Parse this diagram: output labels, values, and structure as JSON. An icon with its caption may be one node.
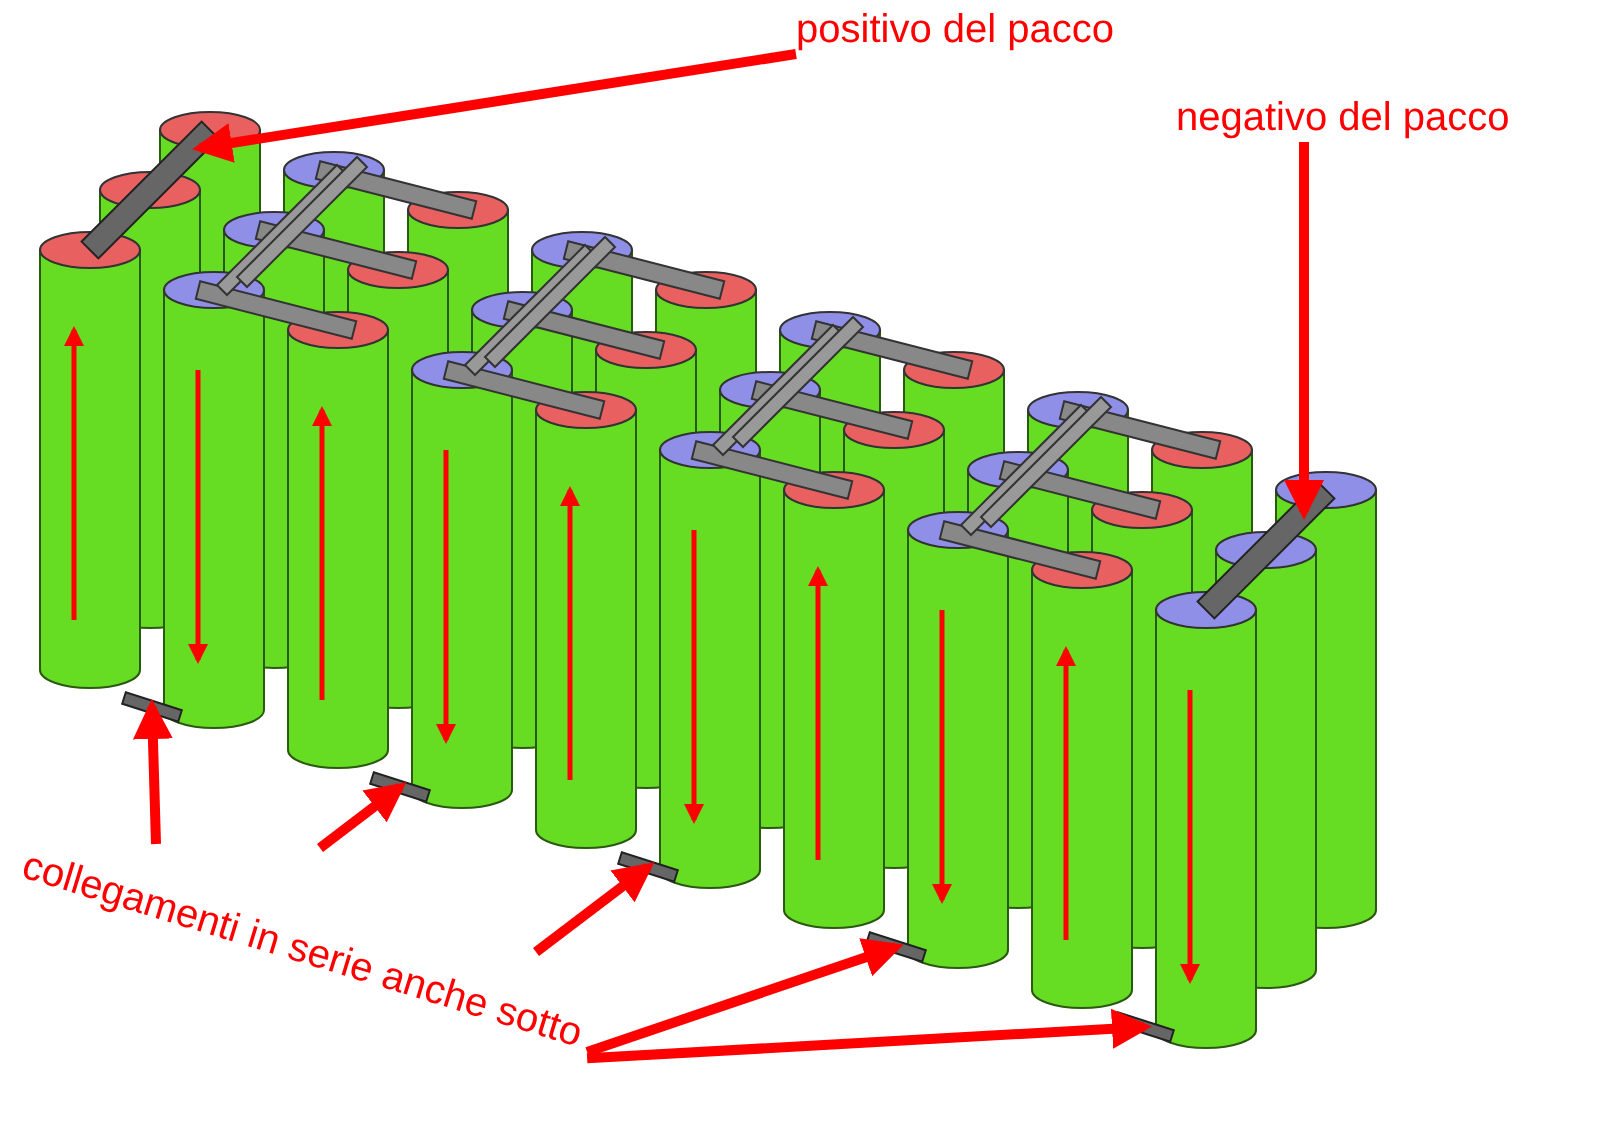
{
  "diagram": {
    "nodes": [
      {
        "text": [
          "positivo del pacco"
        ]
      },
      {
        "text": [],
        "shape": "bar"
      },
      {
        "text": [
          "negativo del pacco"
        ]
      },
      {
        "text": [],
        "shape": "bar"
      },
      {
        "text": [
          "collegamenti in serie anche sotto"
        ]
      },
      {
        "text": [],
        "shape": "bar"
      },
      {
        "text": [],
        "shape": "bar"
      },
      {
        "text": [],
        "shape": "bar"
      },
      {
        "text": [],
        "shape": "bar"
      },
      {
        "text": [],
        "shape": "bar"
      }
    ],
    "edges": [
      {
        "from": 0,
        "to": 1,
        "arrow": "to"
      },
      {
        "from": 2,
        "to": 3,
        "arrow": "to"
      },
      {
        "from": 4,
        "to": 5,
        "arrow": "to"
      },
      {
        "from": 4,
        "to": 6,
        "arrow": "to"
      },
      {
        "from": 4,
        "to": 7,
        "arrow": "to"
      },
      {
        "from": 4,
        "to": 8,
        "arrow": "to"
      },
      {
        "from": 4,
        "to": 9,
        "arrow": "to"
      }
    ]
  }
}
